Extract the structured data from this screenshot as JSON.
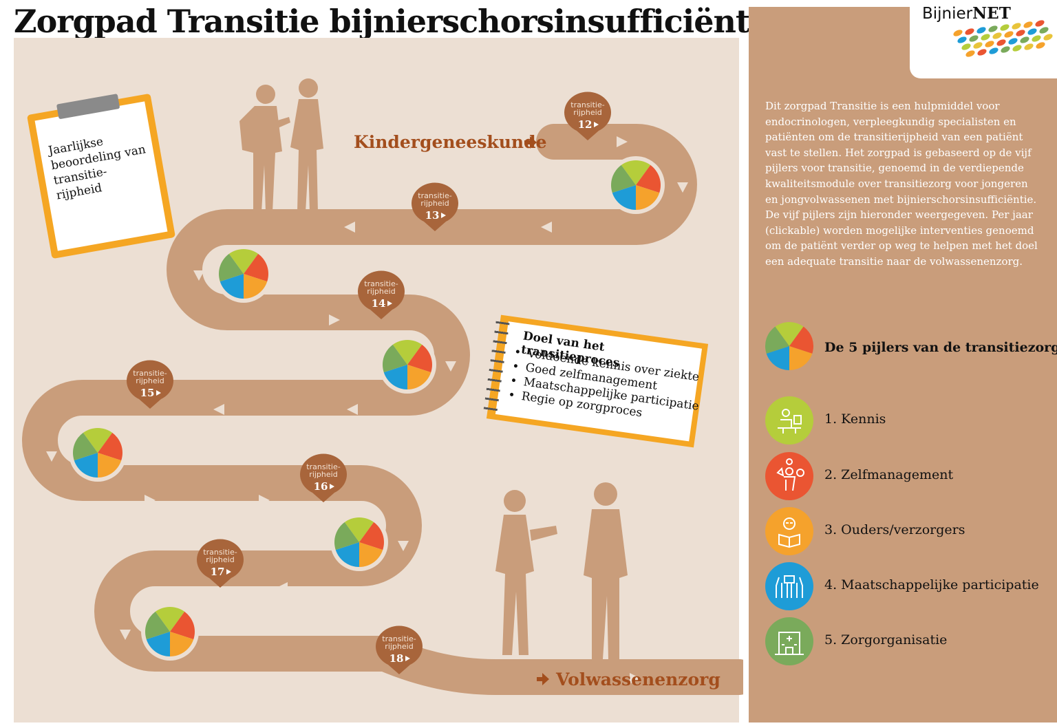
{
  "title": "Zorgpad Transitie bijnierschorsinsufficiëntie",
  "clipboard_text": "Jaarlijkse beoordeling van transitie-rijpheid",
  "stages": {
    "start": "Kindergeneeskunde",
    "end": "Volwassenenzorg"
  },
  "milestones": [
    {
      "label_line1": "transitie-",
      "label_line2": "rijpheid",
      "age": "12"
    },
    {
      "label_line1": "transitie-",
      "label_line2": "rijpheid",
      "age": "13"
    },
    {
      "label_line1": "transitie-",
      "label_line2": "rijpheid",
      "age": "14"
    },
    {
      "label_line1": "transitie-",
      "label_line2": "rijpheid",
      "age": "15"
    },
    {
      "label_line1": "transitie-",
      "label_line2": "rijpheid",
      "age": "16"
    },
    {
      "label_line1": "transitie-",
      "label_line2": "rijpheid",
      "age": "17"
    },
    {
      "label_line1": "transitie-",
      "label_line2": "rijpheid",
      "age": "18"
    }
  ],
  "goal": {
    "title": "Doel van het transitieproces",
    "items": [
      "Voldoende kennis over ziekte",
      "Goed zelfmanagement",
      "Maatschappelijke participatie",
      "Regie op zorgproces"
    ]
  },
  "logo": {
    "part1": "Bijnier",
    "part2": "NET"
  },
  "intro": "Dit zorgpad Transitie is een hulpmiddel voor endocrinologen, verpleegkundig specialisten en patiënten om de transitierijpheid van een patiënt vast te stellen. Het zorgpad is gebaseerd op de vijf pijlers voor transitie, genoemd in de verdiepende kwaliteitsmodule over transitiezorg voor jongeren en jongvolwassenen met bijnierschorsinsufficiëntie. De vijf pijlers zijn hieronder weergegeven. Per jaar (clickable) worden mogelijke interventies genoemd om de patiënt verder op weg te helpen met het doel een adequate transitie naar de volwassenenzorg.",
  "pillars_title": "De 5 pijlers van de transitiezorg",
  "pillars": [
    {
      "label": "1. Kennis",
      "color": "#b5cd3b",
      "icon": "desk-person-icon"
    },
    {
      "label": "2. Zelfmanagement",
      "color": "#ea5532",
      "icon": "person-lightbulb-icon"
    },
    {
      "label": "3. Ouders/verzorgers",
      "color": "#f5a22c",
      "icon": "person-reading-icon"
    },
    {
      "label": "4. Maatschappelijke participatie",
      "color": "#1e9cd7",
      "icon": "raised-hands-icon"
    },
    {
      "label": "5. Zorgorganisatie",
      "color": "#7aaa5b",
      "icon": "hospital-building-icon"
    }
  ],
  "colors": {
    "road": "#c99d7b",
    "background": "#ecdfd3",
    "milestone": "#a8653b",
    "accent_text": "#a34e1d",
    "sidebar": "#c99d7b",
    "pie": [
      "#b5cd3b",
      "#ea5532",
      "#f5a22c",
      "#1e9cd7",
      "#7aaa5b"
    ]
  }
}
